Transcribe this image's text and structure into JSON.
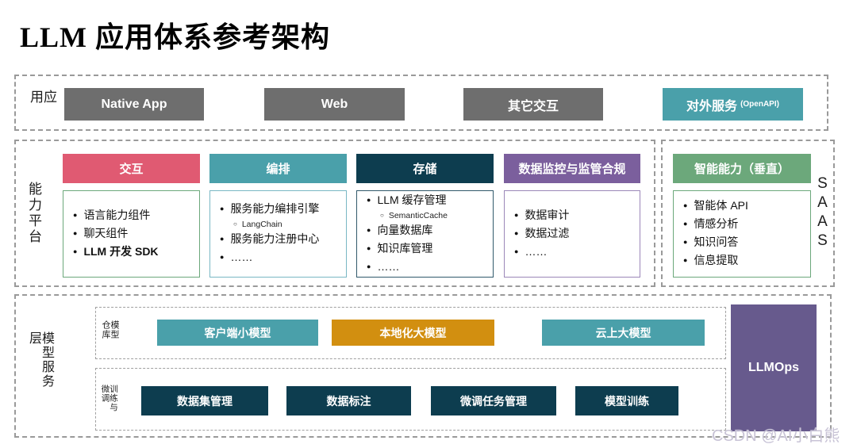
{
  "title": "LLM 应用体系参考架构",
  "watermark": "CSDN @AI小白熊",
  "icons": {
    "bullet-icon": "●",
    "sub-bullet-icon": "○"
  },
  "colors": {
    "gray": "#6e6e6e",
    "teal": "#4aa0aa",
    "pink": "#e05a72",
    "navy": "#0d3d4f",
    "purple": "#7b5f9d",
    "green": "#6ca87b",
    "orange": "#d28f10",
    "llmops_purple": "#675a8d",
    "border_green": "#6ca87b",
    "border_teal": "#79b7c4",
    "border_navy": "#31596b",
    "border_purple": "#9b87b8"
  },
  "app_layer": {
    "label": "应用",
    "boxes": [
      {
        "text": "Native App"
      },
      {
        "text": "Web"
      },
      {
        "text": "其它交互"
      },
      {
        "text": "对外服务",
        "suffix": "(OpenAPI)"
      }
    ]
  },
  "platform_layer": {
    "label": "能力平台",
    "columns": [
      {
        "header": "交互",
        "items": [
          {
            "text": "语言能力组件"
          },
          {
            "text": "聊天组件"
          },
          {
            "text": "LLM 开发 SDK"
          }
        ]
      },
      {
        "header": "编排",
        "items": [
          {
            "text": "服务能力编排引擎"
          },
          {
            "text": "LangChain"
          },
          {
            "text": "服务能力注册中心"
          },
          {
            "text": "……"
          }
        ]
      },
      {
        "header": "存储",
        "items": [
          {
            "text": "LLM 缓存管理"
          },
          {
            "text": "SemanticCache"
          },
          {
            "text": "向量数据库"
          },
          {
            "text": "知识库管理"
          },
          {
            "text": "……"
          }
        ]
      },
      {
        "header": "数据监控与监管合规",
        "items": [
          {
            "text": "数据审计"
          },
          {
            "text": "数据过滤"
          },
          {
            "text": "……"
          }
        ]
      }
    ]
  },
  "saas_section": {
    "label": "SAAS",
    "column": {
      "header": "智能能力（垂直）",
      "items": [
        {
          "text": "智能体 API"
        },
        {
          "text": "情感分析"
        },
        {
          "text": "知识问答"
        },
        {
          "text": "信息提取"
        }
      ]
    }
  },
  "model_layer": {
    "label": "模型服务层",
    "repo": {
      "label": "模型仓库",
      "boxes": [
        {
          "text": "客户端小模型"
        },
        {
          "text": "本地化大模型"
        },
        {
          "text": "云上大模型"
        }
      ]
    },
    "training": {
      "label": "训练与微调",
      "boxes": [
        {
          "text": "数据集管理"
        },
        {
          "text": "数据标注"
        },
        {
          "text": "微调任务管理"
        },
        {
          "text": "模型训练"
        }
      ]
    },
    "llmops": "LLMOps"
  }
}
